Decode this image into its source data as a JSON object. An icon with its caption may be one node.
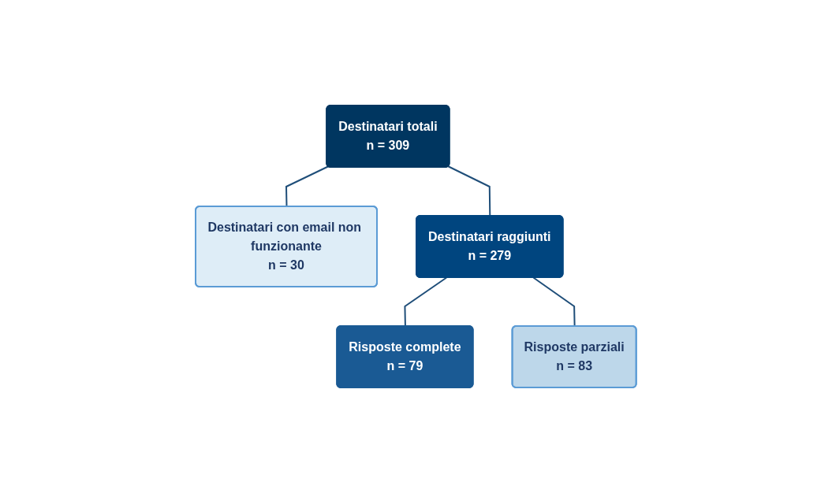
{
  "diagram": {
    "nodes": [
      {
        "text": [
          "Destinatari totali",
          "n = 309"
        ]
      },
      {
        "text": [
          "Destinatari con email non funzionante",
          "n = 30"
        ]
      },
      {
        "text": [
          "Destinatari raggiunti",
          "n = 279"
        ]
      },
      {
        "text": [
          "Risposte parziali",
          "n = 83"
        ]
      },
      {
        "text": [
          "Risposte complete",
          "n = 79"
        ]
      }
    ],
    "edges": [
      {
        "from": 0,
        "to": 2,
        "arrow": "none"
      },
      {
        "from": 0,
        "to": 1,
        "arrow": "none"
      },
      {
        "from": 2,
        "to": 4,
        "arrow": "none"
      },
      {
        "from": 2,
        "to": 3,
        "arrow": "none"
      }
    ]
  }
}
